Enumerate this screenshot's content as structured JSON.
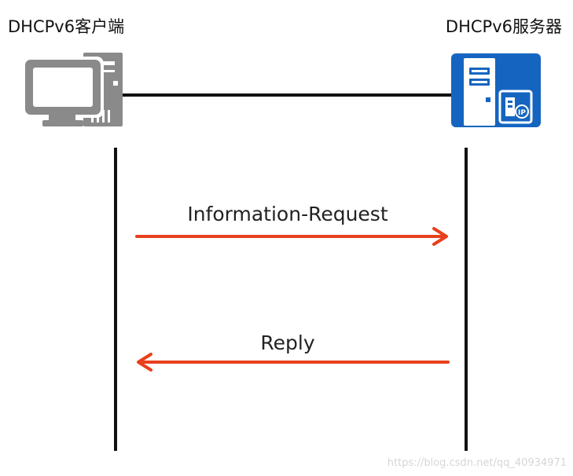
{
  "client": {
    "title": "DHCPv6客户端",
    "icon": "desktop-computer-icon"
  },
  "server": {
    "title": "DHCPv6服务器",
    "icon": "ip-server-icon",
    "badge_text": "IP"
  },
  "messages": [
    {
      "label": "Information-Request",
      "direction": "client-to-server"
    },
    {
      "label": "Reply",
      "direction": "server-to-client"
    }
  ],
  "colors": {
    "arrow": "#e8401c",
    "server_icon": "#1565c0",
    "client_icon": "#8a8a8a",
    "line": "#111111"
  },
  "watermark": "https://blog.csdn.net/qq_40934971"
}
